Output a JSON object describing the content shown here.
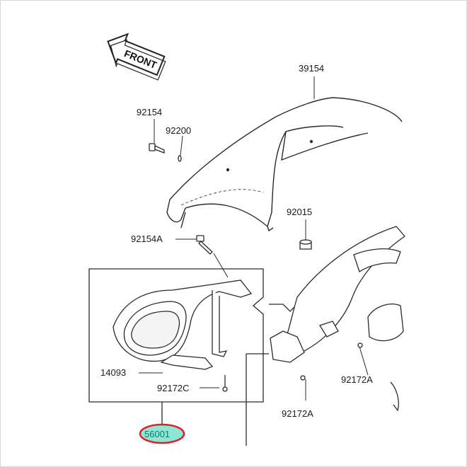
{
  "direction_label": "FRONT",
  "parts": {
    "p39154": "39154",
    "p92154": "92154",
    "p92200": "92200",
    "p92015": "92015",
    "p92154A": "92154A",
    "p14093": "14093",
    "p92172C": "92172C",
    "p92172A_upper": "92172A",
    "p92172A_lower": "92172A",
    "p56001": "56001"
  },
  "colors": {
    "line": "#2a2a2a",
    "highlight_fill": "#35d1b2",
    "highlight_ring": "#d8232a"
  },
  "icons": {
    "direction": "front-arrow-icon"
  }
}
